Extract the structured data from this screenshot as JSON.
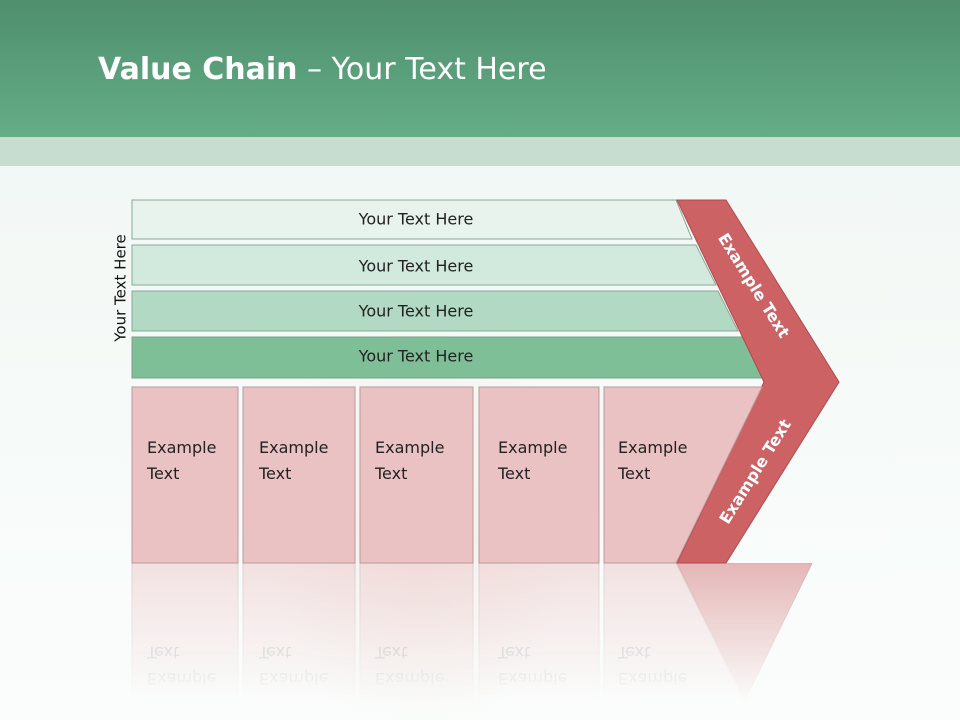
{
  "slide": {
    "title_bold": "Value Chain",
    "title_rest": " – Your Text Here"
  },
  "value_chain": {
    "side_label": "Your Text Here",
    "support_rows": [
      {
        "label": "Your Text Here",
        "fill": "#e8f3ee"
      },
      {
        "label": "Your Text Here",
        "fill": "#d2e9dd"
      },
      {
        "label": "Your Text Here",
        "fill": "#b1d9c3"
      },
      {
        "label": "Your Text Here",
        "fill": "#7fbf98"
      }
    ],
    "primary_activities": [
      {
        "line1": "Example",
        "line2": "Text"
      },
      {
        "line1": "Example",
        "line2": "Text"
      },
      {
        "line1": "Example",
        "line2": "Text"
      },
      {
        "line1": "Example",
        "line2": "Text"
      },
      {
        "line1": "Example",
        "line2": "Text"
      }
    ],
    "margin_upper": "Example Text",
    "margin_lower": "Example Text",
    "colors": {
      "accent_green": "#64ad86",
      "primary_fill": "#ebc2c3",
      "margin_fill": "#cd6265"
    }
  }
}
